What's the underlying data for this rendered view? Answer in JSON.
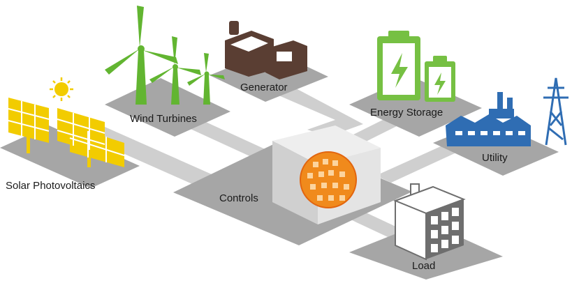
{
  "diagram": {
    "nodes": {
      "solar": {
        "label": "Solar Photovoltaics",
        "icon": "solar-panel-icon"
      },
      "wind": {
        "label": "Wind Turbines",
        "icon": "wind-turbine-icon"
      },
      "generator": {
        "label": "Generator",
        "icon": "generator-icon"
      },
      "storage": {
        "label": "Energy Storage",
        "icon": "battery-icon"
      },
      "utility": {
        "label": "Utility",
        "icon": "utility-factory-icon"
      },
      "controls": {
        "label": "Controls",
        "icon": "controller-cube-icon"
      },
      "load": {
        "label": "Load",
        "icon": "building-icon"
      }
    },
    "connections": [
      [
        "solar",
        "controls"
      ],
      [
        "wind",
        "controls"
      ],
      [
        "generator",
        "controls"
      ],
      [
        "storage",
        "controls"
      ],
      [
        "utility",
        "controls"
      ],
      [
        "controls",
        "load"
      ]
    ],
    "colors": {
      "path": "#cfcfcf",
      "platform": "#a6a6a6",
      "solar": "#f2cc00",
      "wind": "#62b531",
      "generator": "#5a3e33",
      "storage": "#76c043",
      "utility": "#2f6db3",
      "controls_orb": "#f08a1c",
      "load": "#6e6e6e"
    }
  }
}
